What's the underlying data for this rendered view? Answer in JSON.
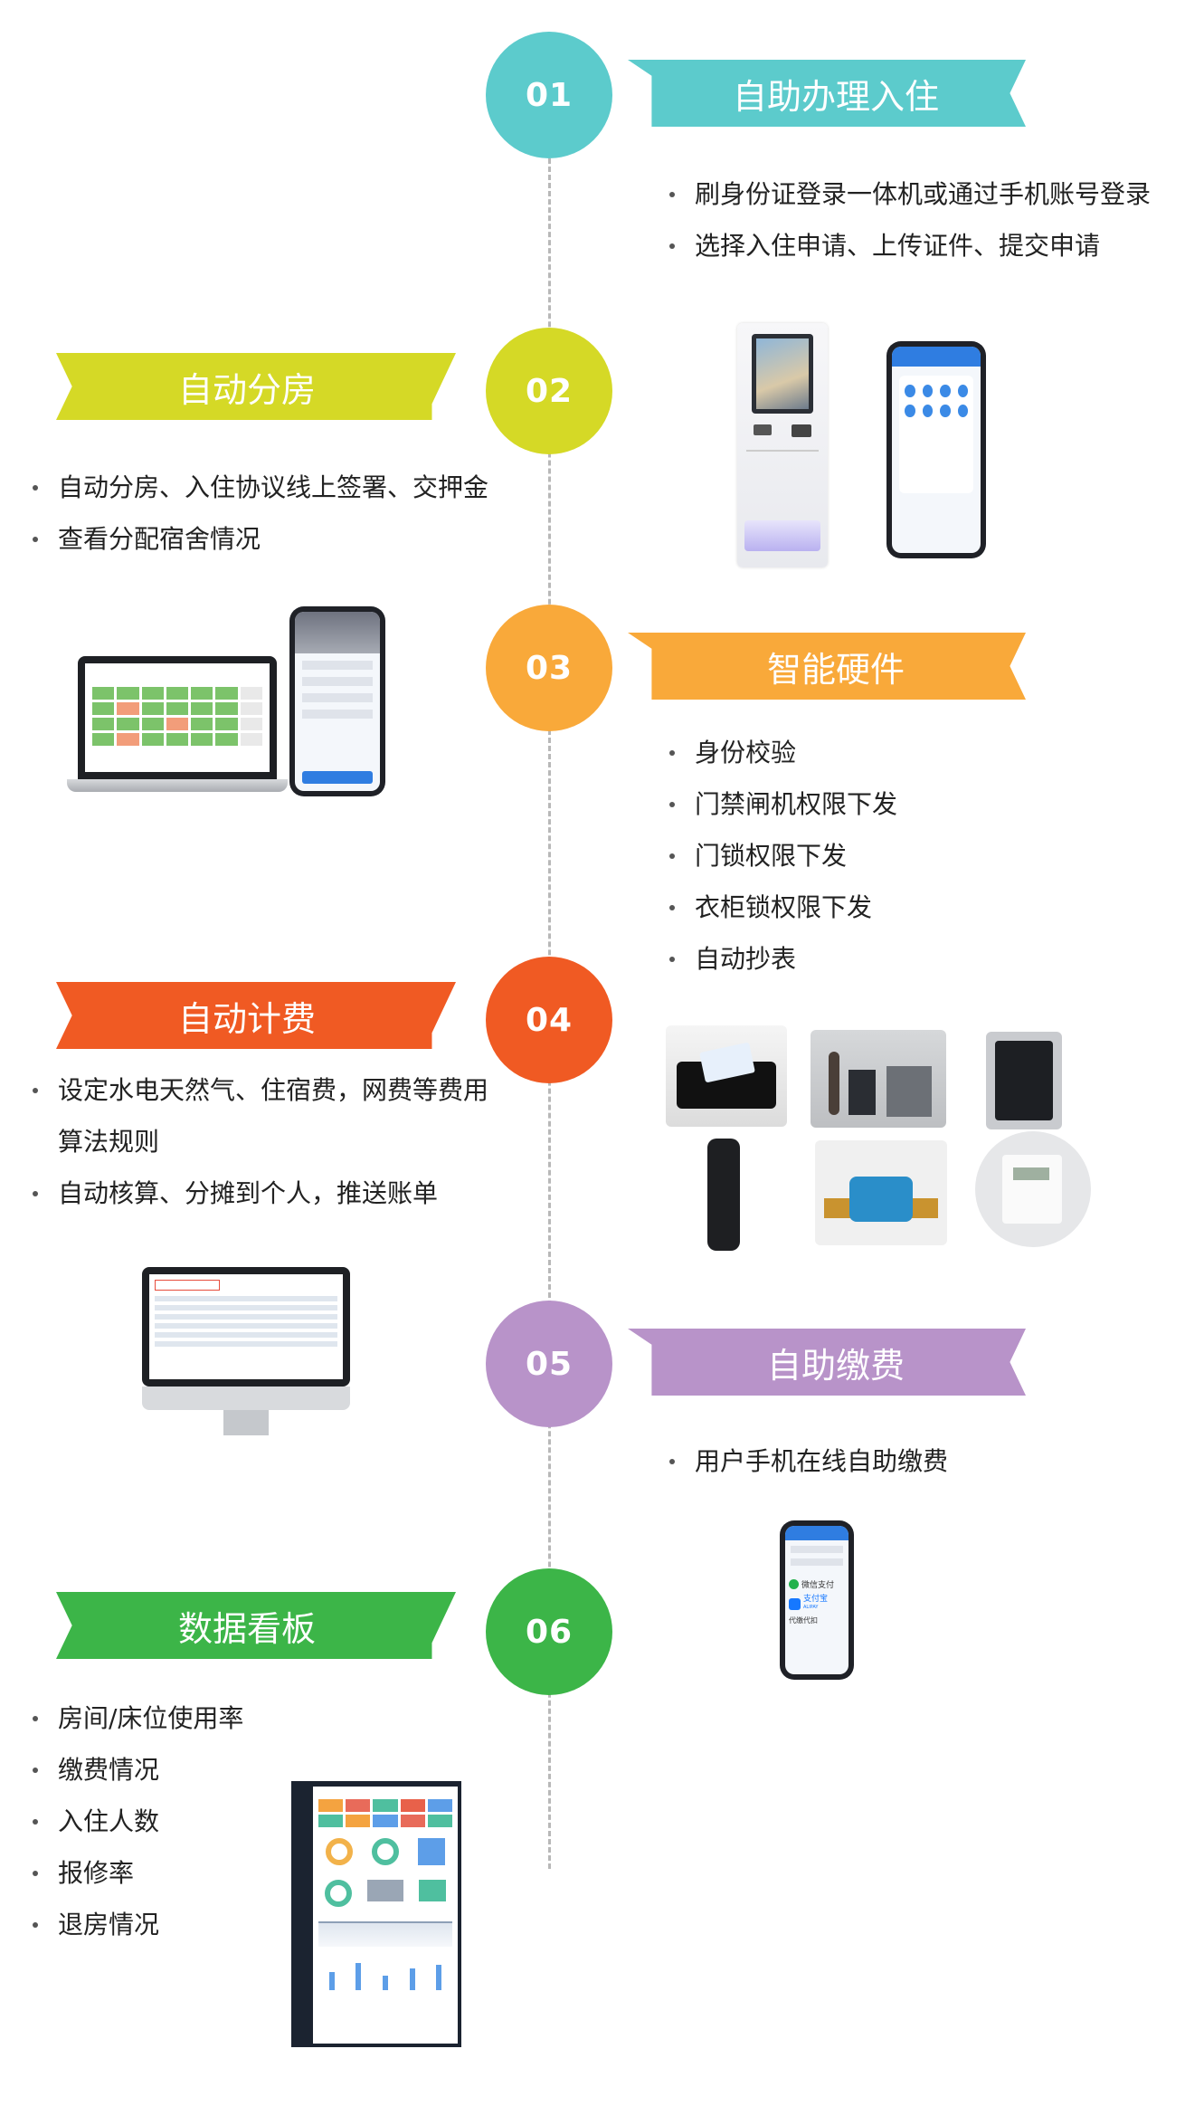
{
  "colors": {
    "step1": "#5ccbcc",
    "step2": "#d5d926",
    "step3": "#f9a93a",
    "step4": "#f05a23",
    "step5": "#b893c9",
    "step6": "#3cb548"
  },
  "steps": [
    {
      "number": "01",
      "title": "自助办理入住",
      "bullets": [
        "刷身份证登录一体机或通过手机账号登录",
        "选择入住申请、上传证件、提交申请"
      ]
    },
    {
      "number": "02",
      "title": "自动分房",
      "bullets": [
        "自动分房、入住协议线上签署、交押金",
        "查看分配宿舍情况"
      ]
    },
    {
      "number": "03",
      "title": "智能硬件",
      "bullets": [
        "身份校验",
        "门禁闸机权限下发",
        "门锁权限下发",
        "衣柜锁权限下发",
        "自动抄表"
      ]
    },
    {
      "number": "04",
      "title": "自动计费",
      "bullets": [
        "设定水电天然气、住宿费，网费等费用算法规则",
        "自动核算、分摊到个人，推送账单"
      ]
    },
    {
      "number": "05",
      "title": "自助缴费",
      "bullets": [
        "用户手机在线自助缴费"
      ]
    },
    {
      "number": "06",
      "title": "数据看板",
      "bullets": [
        "房间/床位使用率",
        "缴费情况",
        "入住人数",
        "报修率",
        "退房情况"
      ]
    }
  ],
  "payment_phone": {
    "wechat": "微信支付",
    "alipay": "支付宝",
    "alipay_en": "ALIPAY",
    "proxy": "代缴代扣"
  }
}
